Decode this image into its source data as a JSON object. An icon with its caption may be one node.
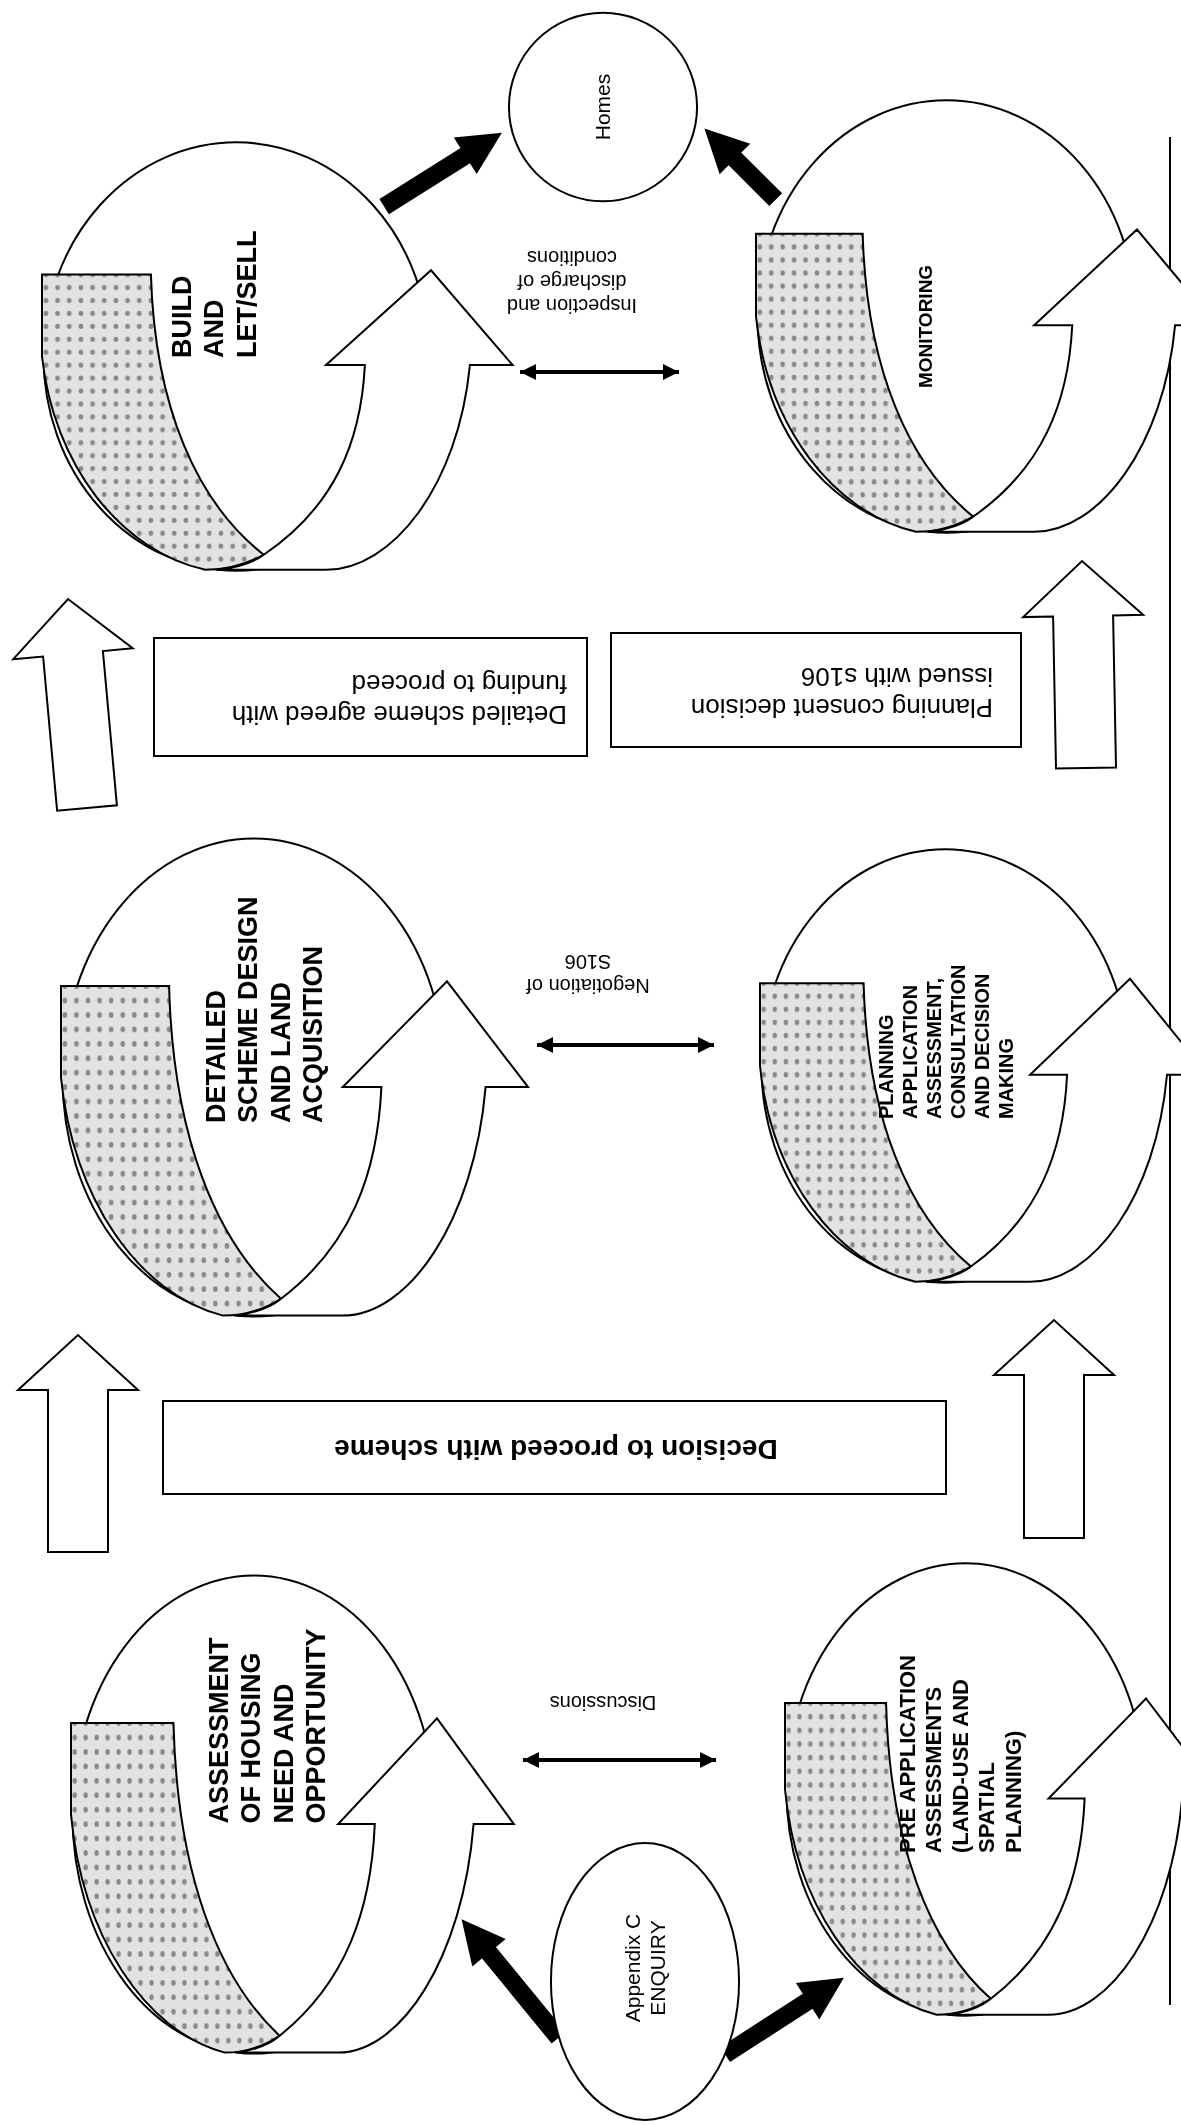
{
  "diagram": {
    "nodes": [
      {
        "text": [
          "ASSESSMENT OF HOUSING NEED AND OPPORTUNITY"
        ]
      },
      {
        "text": [
          "PRE APPLICATION ASSESSMENTS (LAND-USE AND SPATIAL PLANNING)"
        ]
      },
      {
        "text": [
          "Appendix C ENQUIRY"
        ]
      },
      {
        "text": [
          "Decision to proceed with scheme"
        ]
      },
      {
        "text": [
          "DETAILED SCHEME DESIGN AND LAND ACQUISITION"
        ]
      },
      {
        "text": [
          "PLANNING APPLICATION ASSESSMENT, CONSULTATION AND DECISION MAKING"
        ]
      },
      {
        "text": [
          "Detailed scheme agreed with funding to proceed"
        ]
      },
      {
        "text": [
          "Planning consent decision issued with s106"
        ]
      },
      {
        "text": [
          "BUILD AND LET/SELL"
        ]
      },
      {
        "text": [
          "MONITORING"
        ]
      },
      {
        "text": [
          "Homes"
        ]
      }
    ],
    "edges": [
      {
        "from": 2,
        "to": 0,
        "arrow": "to",
        "style": "thick"
      },
      {
        "from": 2,
        "to": 1,
        "arrow": "to",
        "style": "thick"
      },
      {
        "from": 0,
        "to": 1,
        "arrow": "both",
        "label": "Discussions"
      },
      {
        "from": 0,
        "to": 4,
        "arrow": "to",
        "style": "thick"
      },
      {
        "from": 1,
        "to": 5,
        "arrow": "to",
        "style": "thick"
      },
      {
        "from": 4,
        "to": 5,
        "arrow": "both",
        "label": "Negotiation of S106"
      },
      {
        "from": 4,
        "to": 8,
        "arrow": "to",
        "style": "thick"
      },
      {
        "from": 5,
        "to": 9,
        "arrow": "to",
        "style": "thick"
      },
      {
        "from": 8,
        "to": 9,
        "arrow": "both",
        "label": "Inspection and discharge of conditions"
      },
      {
        "from": 8,
        "to": 10,
        "arrow": "to",
        "style": "thick"
      },
      {
        "from": 9,
        "to": 10,
        "arrow": "to",
        "style": "thick"
      }
    ]
  }
}
